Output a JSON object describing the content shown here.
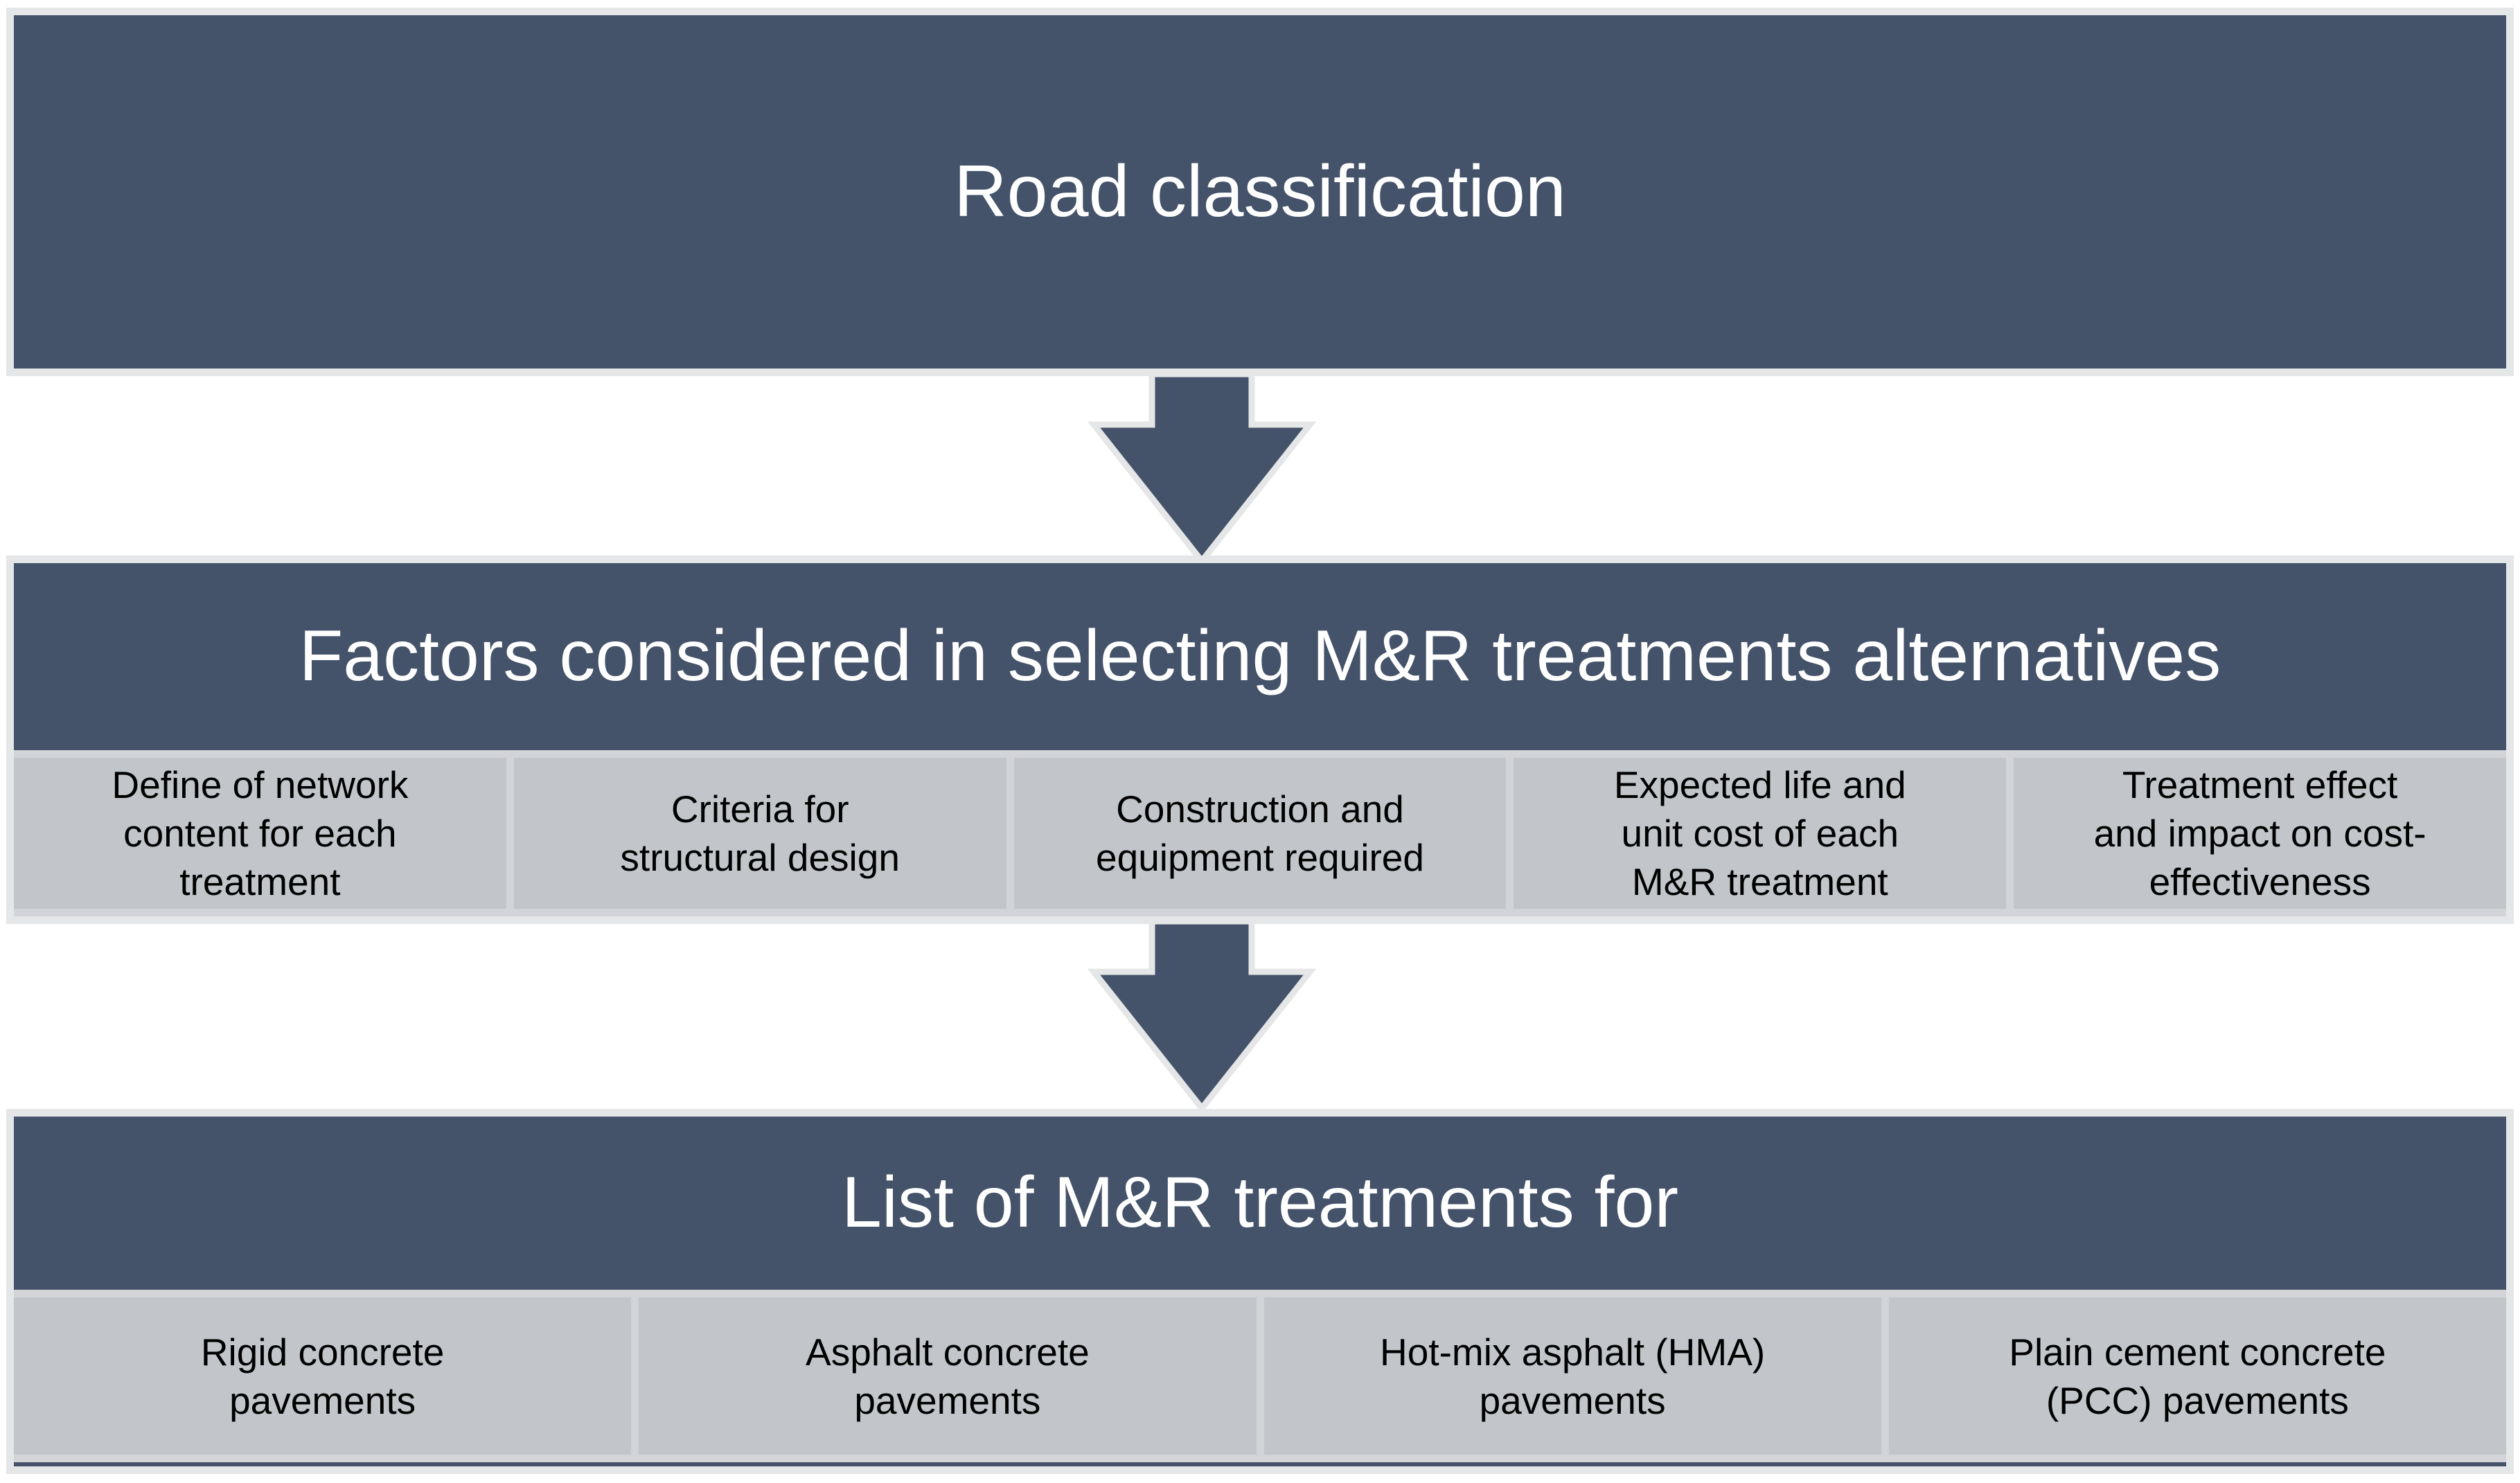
{
  "colors": {
    "navy": "#44536A",
    "cell": "#C2C6CB",
    "separator": "#D2D4D8",
    "outline": "#E5E6E7",
    "header-text": "#FFFFFF",
    "cell-text": "#000000",
    "page-bg": "#FFFFFF"
  },
  "diagram": {
    "type": "flow-hierarchy",
    "direction": "top-to-bottom"
  },
  "arrows": [
    {
      "name": "down-arrow",
      "direction": "down"
    },
    {
      "name": "down-arrow",
      "direction": "down"
    }
  ],
  "sections": [
    {
      "id": "road-classification",
      "title": "Road classification",
      "items": []
    },
    {
      "id": "factors",
      "title": "Factors considered in selecting M&R treatments alternatives",
      "items": [
        {
          "lines": [
            "Define of network",
            "content for each",
            "treatment"
          ]
        },
        {
          "lines": [
            "Criteria for",
            "structural design"
          ]
        },
        {
          "lines": [
            "Construction and",
            "equipment required"
          ]
        },
        {
          "lines": [
            "Expected life and",
            "unit cost of each",
            "M&R treatment"
          ]
        },
        {
          "lines": [
            "Treatment effect",
            "and impact on cost-",
            "effectiveness"
          ]
        }
      ]
    },
    {
      "id": "treatments",
      "title": "List of M&R treatments for",
      "items": [
        {
          "lines": [
            "Rigid concrete",
            "pavements"
          ]
        },
        {
          "lines": [
            "Asphalt concrete",
            "pavements"
          ]
        },
        {
          "lines": [
            "Hot-mix asphalt (HMA)",
            "pavements"
          ]
        },
        {
          "lines": [
            "Plain cement concrete",
            "(PCC) pavements"
          ]
        }
      ]
    }
  ]
}
